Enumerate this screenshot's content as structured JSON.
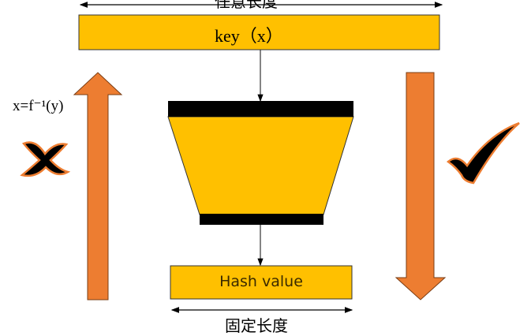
{
  "top_length_label": "任意长度",
  "key_label": "key（x）",
  "inverse_label": "x=f⁻¹(y)",
  "hash_label": "Hash value",
  "bottom_length_label": "固定长度",
  "colors": {
    "box": "#FFC000",
    "arrow": "#ED7D31",
    "bar": "#000000"
  },
  "icons": {
    "left": "cross-icon",
    "right": "check-icon"
  }
}
